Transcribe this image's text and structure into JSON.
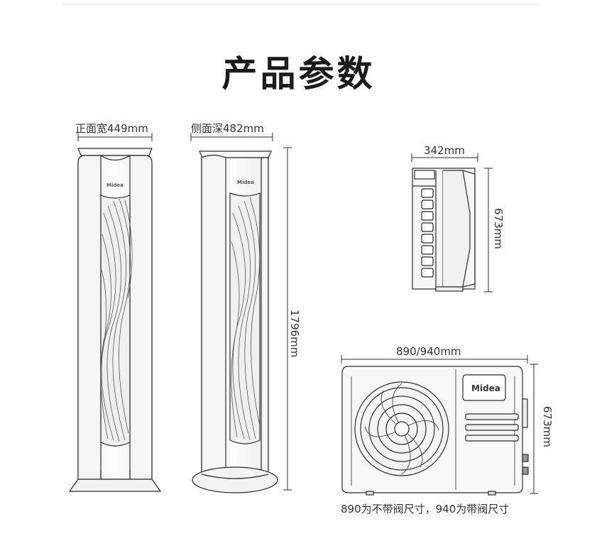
{
  "title": "产品参数",
  "dimensions": {
    "indoor_front_width": "正面宽449mm",
    "indoor_side_depth": "侧面深482mm",
    "indoor_height": "1796mm",
    "outdoor_side_depth": "342mm",
    "outdoor_side_height": "673mm",
    "outdoor_front_width": "890/940mm",
    "outdoor_front_height": "673mm"
  },
  "brand": {
    "indoor_logo": "Midea",
    "outdoor_logo": "Midea"
  },
  "note": "890为不带阀尺寸，940为带阀尺寸",
  "colors": {
    "line": "#2b2b2b",
    "text": "#333333"
  }
}
